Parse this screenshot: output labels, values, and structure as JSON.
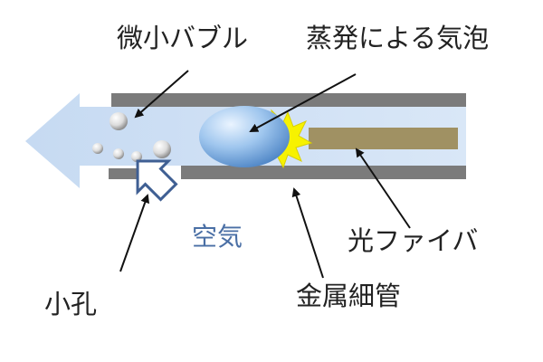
{
  "labels": {
    "micro_bubbles": "微小バブル",
    "vapor_bubble": "蒸発による気泡",
    "optical_fiber": "光ファイバ",
    "air": "空気",
    "small_hole": "小孔",
    "metal_tube": "金属細管"
  },
  "colors": {
    "tube_wall": "#7b7b7b",
    "flow_arrow": "#c9dcf2",
    "fiber_core": "#a09163",
    "vapor_bubble": "#8fb9e6",
    "spark": "#f7f200",
    "air_label": "#4a6fa5",
    "leader_line": "#111111"
  },
  "icons": {
    "flow_direction": "flow-arrow-left-icon",
    "air_inflow": "air-inflow-arrow-icon",
    "laser_heating": "spark-icon"
  }
}
